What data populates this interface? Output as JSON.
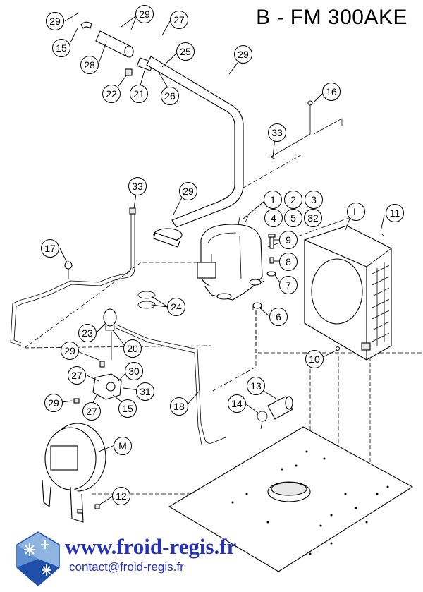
{
  "header": {
    "title": "B - FM 300AKE"
  },
  "footer": {
    "website": "www.froid-regis.fr",
    "email": "contact@froid-regis.fr"
  },
  "colors": {
    "brand_blue": "#2431b8",
    "line": "#000000",
    "logo_blue": "#1f4fa8",
    "logo_light": "#8fb4e0"
  },
  "callouts": [
    {
      "label": "29"
    },
    {
      "label": "29"
    },
    {
      "label": "27"
    },
    {
      "label": "15"
    },
    {
      "label": "28"
    },
    {
      "label": "25"
    },
    {
      "label": "29"
    },
    {
      "label": "22"
    },
    {
      "label": "21"
    },
    {
      "label": "26"
    },
    {
      "label": "16"
    },
    {
      "label": "33"
    },
    {
      "label": "33"
    },
    {
      "label": "29"
    },
    {
      "label": "1"
    },
    {
      "label": "2"
    },
    {
      "label": "3"
    },
    {
      "label": "4"
    },
    {
      "label": "5"
    },
    {
      "label": "32"
    },
    {
      "label": "L"
    },
    {
      "label": "11"
    },
    {
      "label": "9"
    },
    {
      "label": "8"
    },
    {
      "label": "7"
    },
    {
      "label": "17"
    },
    {
      "label": "24"
    },
    {
      "label": "6"
    },
    {
      "label": "23"
    },
    {
      "label": "20"
    },
    {
      "label": "29"
    },
    {
      "label": "10"
    },
    {
      "label": "27"
    },
    {
      "label": "30"
    },
    {
      "label": "31"
    },
    {
      "label": "29"
    },
    {
      "label": "27"
    },
    {
      "label": "15"
    },
    {
      "label": "18"
    },
    {
      "label": "13"
    },
    {
      "label": "14"
    },
    {
      "label": "M"
    },
    {
      "label": "12"
    }
  ]
}
